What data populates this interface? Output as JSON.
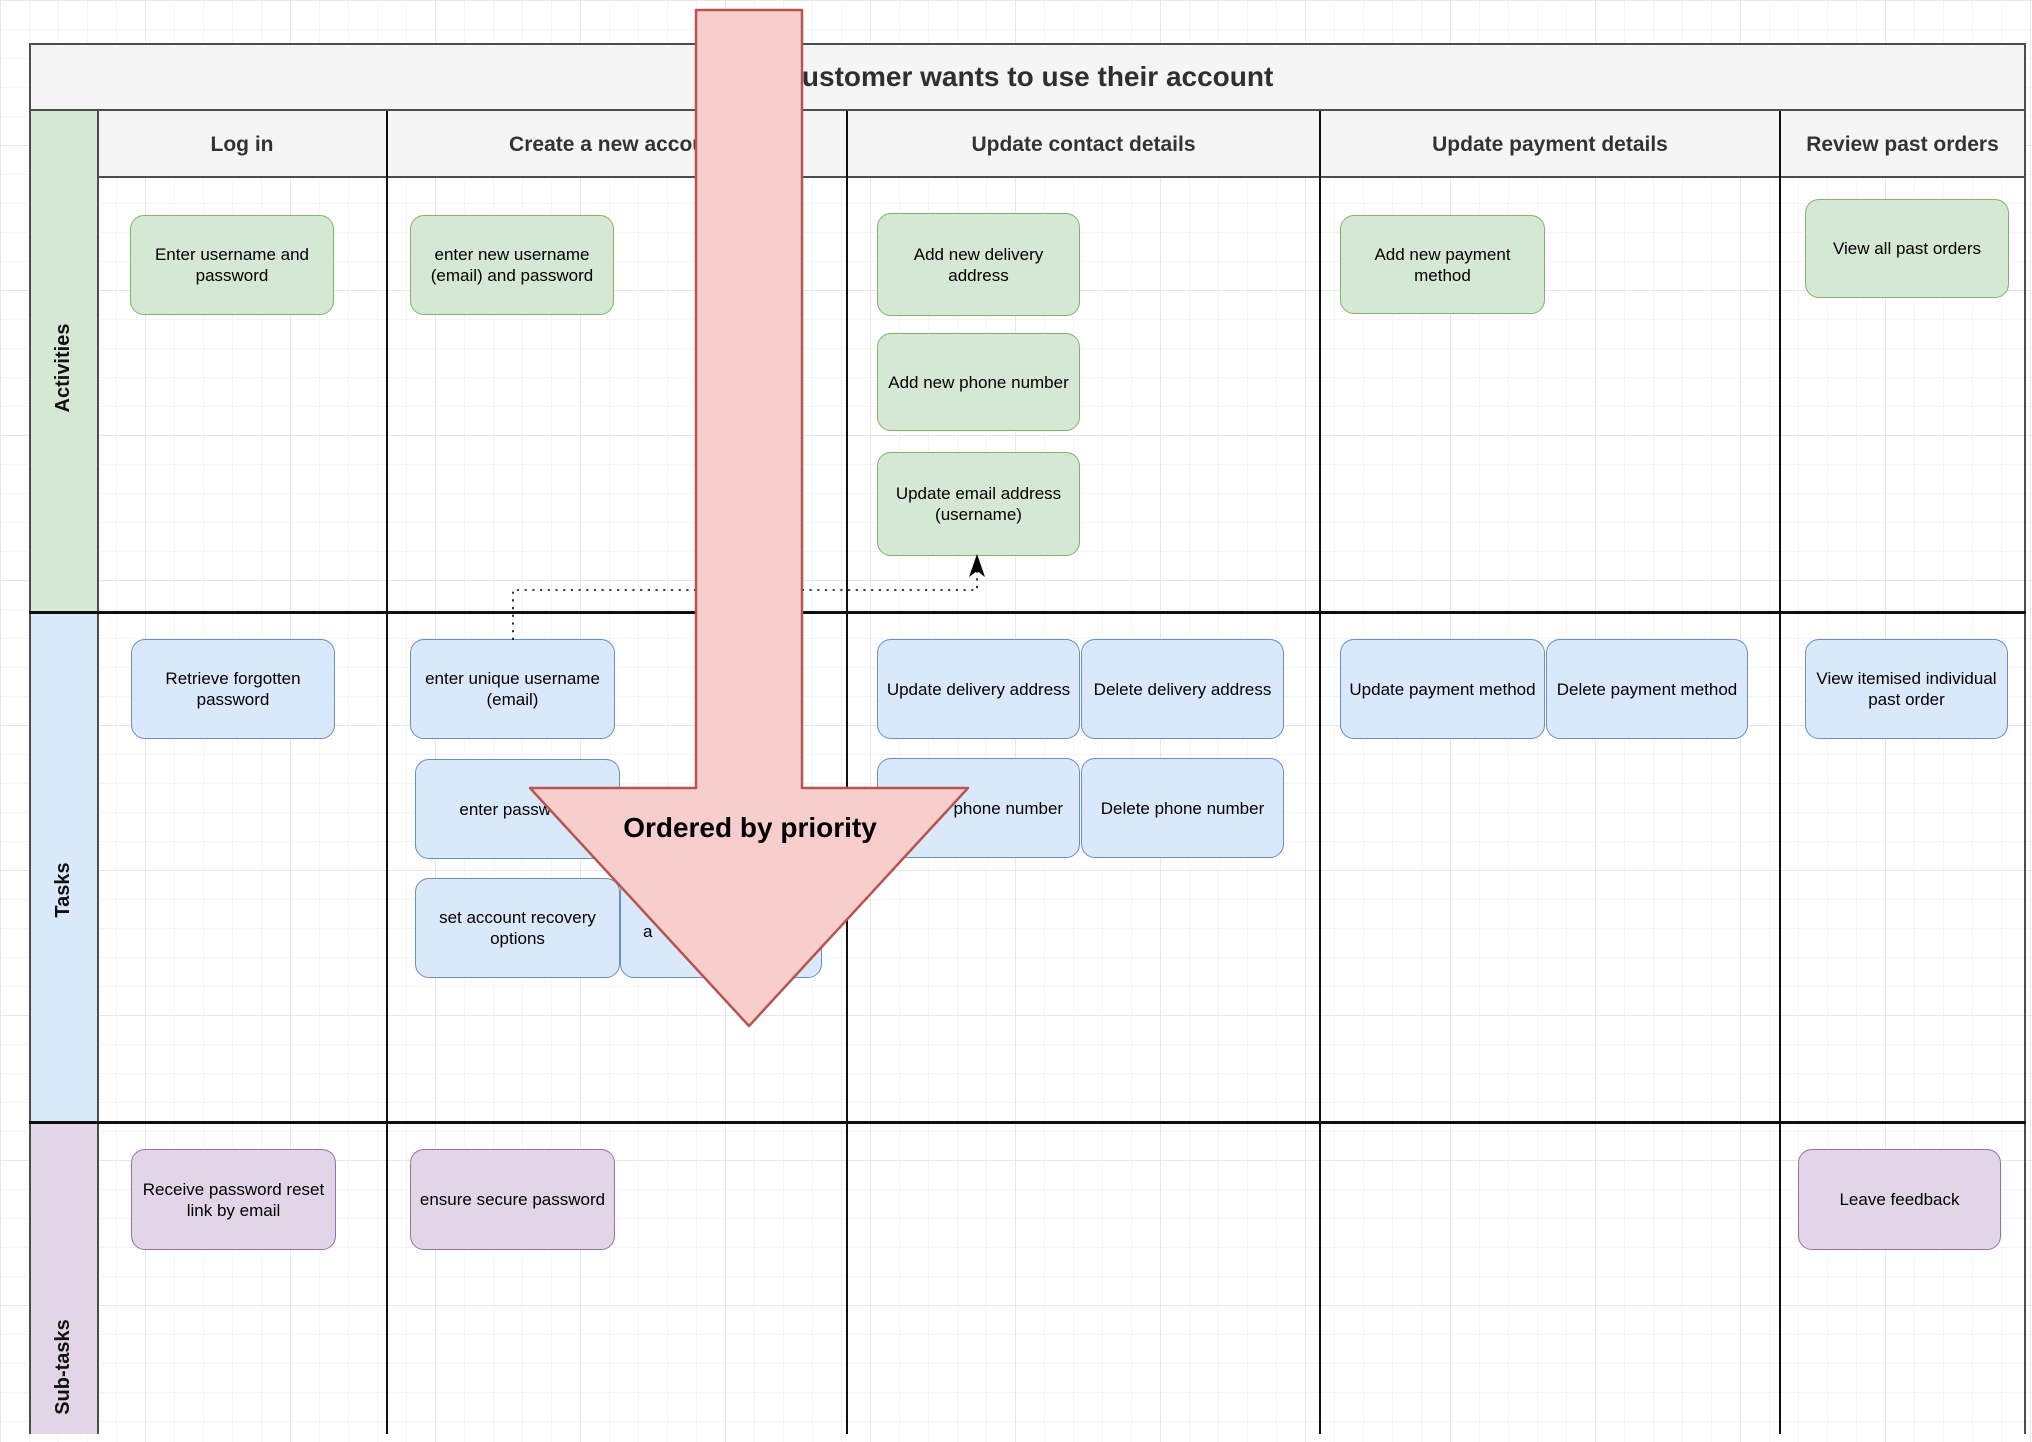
{
  "title": "Customer wants to use their account",
  "row_labels": {
    "activities": "Activities",
    "tasks": "Tasks",
    "subtasks": "Sub-tasks"
  },
  "headers": {
    "login": "Log in",
    "create": "Create a new account",
    "contact": "Update contact details",
    "payment": "Update payment details",
    "review": "Review past orders"
  },
  "arrow": {
    "label": "Ordered by priority"
  },
  "nodes": {
    "login_act_1": "Enter username and password",
    "create_act_1": "enter new username (email) and password",
    "contact_act_1": "Add new delivery address",
    "contact_act_2": "Add new phone number",
    "contact_act_3": "Update email address (username)",
    "payment_act_1": "Add new payment method",
    "review_act_1": "View all past orders",
    "login_task_1": "Retrieve forgotten password",
    "create_task_1": "enter unique username (email)",
    "create_task_2": "enter password",
    "create_task_3": "set account recovery options",
    "create_task_4": "a",
    "contact_task_1": "Update delivery address",
    "contact_task_2": "Delete delivery address",
    "contact_task_3": "Update phone number",
    "contact_task_4": "Delete phone number",
    "payment_task_1": "Update payment method",
    "payment_task_2": "Delete payment method",
    "review_task_1": "View itemised individual past order",
    "login_sub_1": "Receive password reset link by email",
    "create_sub_1": "ensure secure password",
    "review_sub_1": "Leave feedback"
  },
  "colors": {
    "activity_fill": "#d5e8d4",
    "activity_border": "#82b366",
    "task_fill": "#dae8fc",
    "task_border": "#6c8ebf",
    "subtask_fill": "#e1d5e7",
    "subtask_border": "#9673a6",
    "arrow_fill": "#f8cecc",
    "arrow_border": "#b85450",
    "band_bg": "#f5f5f5"
  }
}
